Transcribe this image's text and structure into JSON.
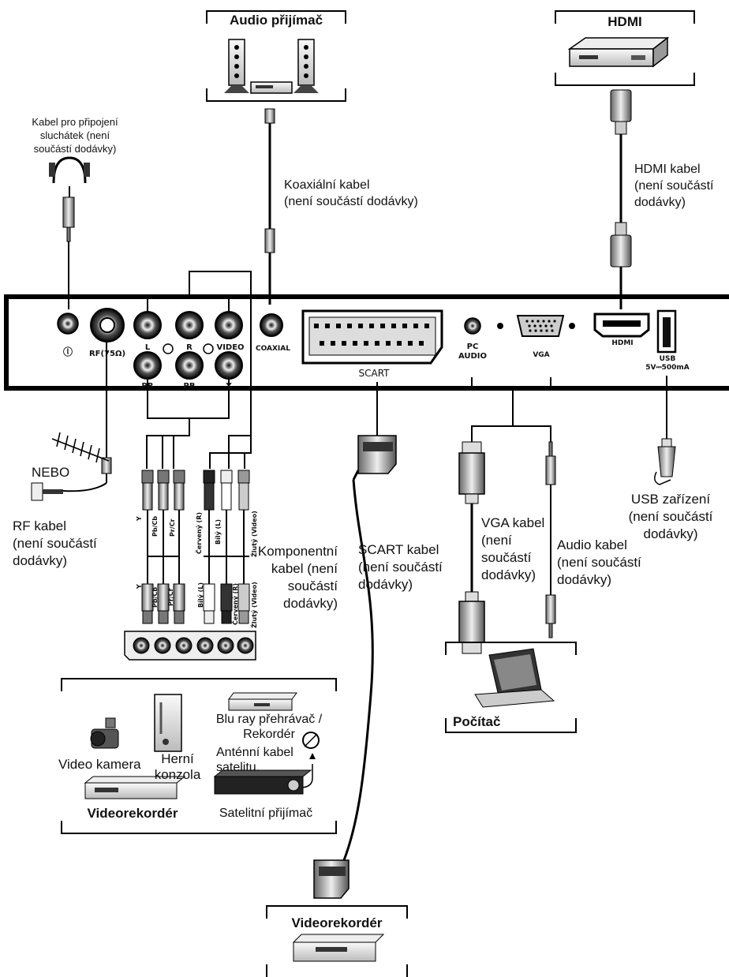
{
  "devices": {
    "audio_receiver": "Audio přijímač",
    "hdmi_device": "HDMI",
    "computer": "Počítač",
    "vcr_bottom": "Videorekordér"
  },
  "cables": {
    "headphone": "Kabel pro připojení\nsluchátek (není\nsoučástí dodávky)",
    "coaxial": "Koaxiální kabel\n(není součástí dodávky)",
    "hdmi": "HDMI kabel\n(není součástí\ndodávky)",
    "rf_or": "NEBO",
    "rf": "RF kabel\n(není součástí\ndodávky)",
    "component": "Komponentní\nkabel (není\nsoučástí\ndodávky)",
    "scart": "SCART kabel\n(není součástí\ndodávky)",
    "vga": "VGA kabel\n(není\nsoučástí\ndodávky)",
    "audio": "Audio kabel\n(není součástí\ndodávky)",
    "usb": "USB zařízení\n(není součástí\ndodávky)"
  },
  "panel_ports": {
    "headphone_icon": "headphone-icon",
    "rf": "RF(75Ω)",
    "l": "L",
    "r": "R",
    "video": "VIDEO",
    "coaxial": "COAXIAL",
    "pr": "PR",
    "pb": "PB",
    "y": "Y",
    "scart": "SCART",
    "pc_audio": "PC\nAUDIO",
    "vga": "VGA",
    "hdmi": "HDMI",
    "usb": "USB\n5V⎓500mA"
  },
  "plug_labels": {
    "y": "Y",
    "pbcb": "Pb/Cb",
    "prcr": "Pr/Cr",
    "cerveny": "Červený (R)",
    "bily": "Bílý (L)",
    "zluty": "Žlutý (Video)"
  },
  "sources_box": {
    "camcorder": "Video kamera",
    "console": "Herní\nkonzola",
    "bluray": "Blu ray přehrávač /\nRekordér",
    "sat_cable": "Anténní kabel\nsatelitu.",
    "vcr": "Videorekordér",
    "sat_receiver": "Satelitní přijímač"
  }
}
